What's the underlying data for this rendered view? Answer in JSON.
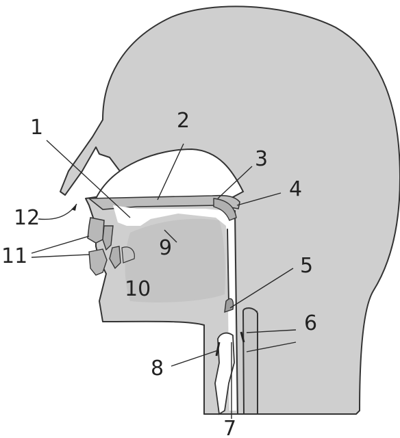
{
  "diagram": {
    "labels": {
      "l1": "1",
      "l2": "2",
      "l3": "3",
      "l4": "4",
      "l5": "5",
      "l6": "6",
      "l7": "7",
      "l8": "8",
      "l9": "9",
      "l10": "10",
      "l11": "11",
      "l12": "12"
    },
    "colors": {
      "tissue": "#cfcfcf",
      "airway": "#ffffff",
      "line": "#333333"
    }
  }
}
